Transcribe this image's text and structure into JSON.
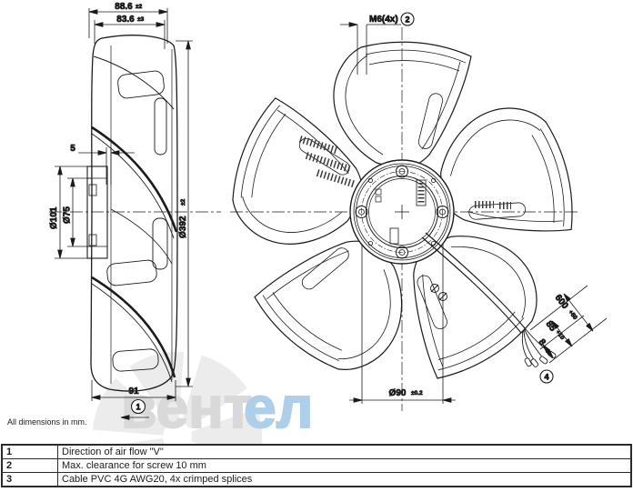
{
  "meta": {
    "units_note": "All dimensions in mm."
  },
  "watermark": {
    "part1": "вент",
    "part2": "ел",
    "gray": "#d9d9d9",
    "blue": "#aecfe9"
  },
  "dimensions": {
    "top_outer": "88.6",
    "top_outer_tol": "±2",
    "top_inner": "83.6",
    "top_inner_tol": "±3",
    "gap": "5",
    "flange_outer": "Ø101",
    "flange_inner": "Ø75",
    "fan_diameter": "Ø392",
    "fan_diameter_tol": "±2",
    "depth": "91",
    "screw_callout": "M6(4x)",
    "bolt_circle": "Ø90",
    "bolt_circle_tol": "±0.2",
    "cable_length": "600",
    "cable_length_tol": "+50",
    "strip_length": "85",
    "strip_length_tol": "+10",
    "wire_strip": "8"
  },
  "balloons": {
    "b1": "1",
    "b2": "2",
    "b4": "4"
  },
  "table": {
    "rows": [
      {
        "num": "1",
        "desc": "Direction of air flow \"V\""
      },
      {
        "num": "2",
        "desc": "Max. clearance for screw 10 mm"
      },
      {
        "num": "3",
        "desc": "Cable PVC 4G AWG20, 4x crimped splices"
      }
    ]
  }
}
